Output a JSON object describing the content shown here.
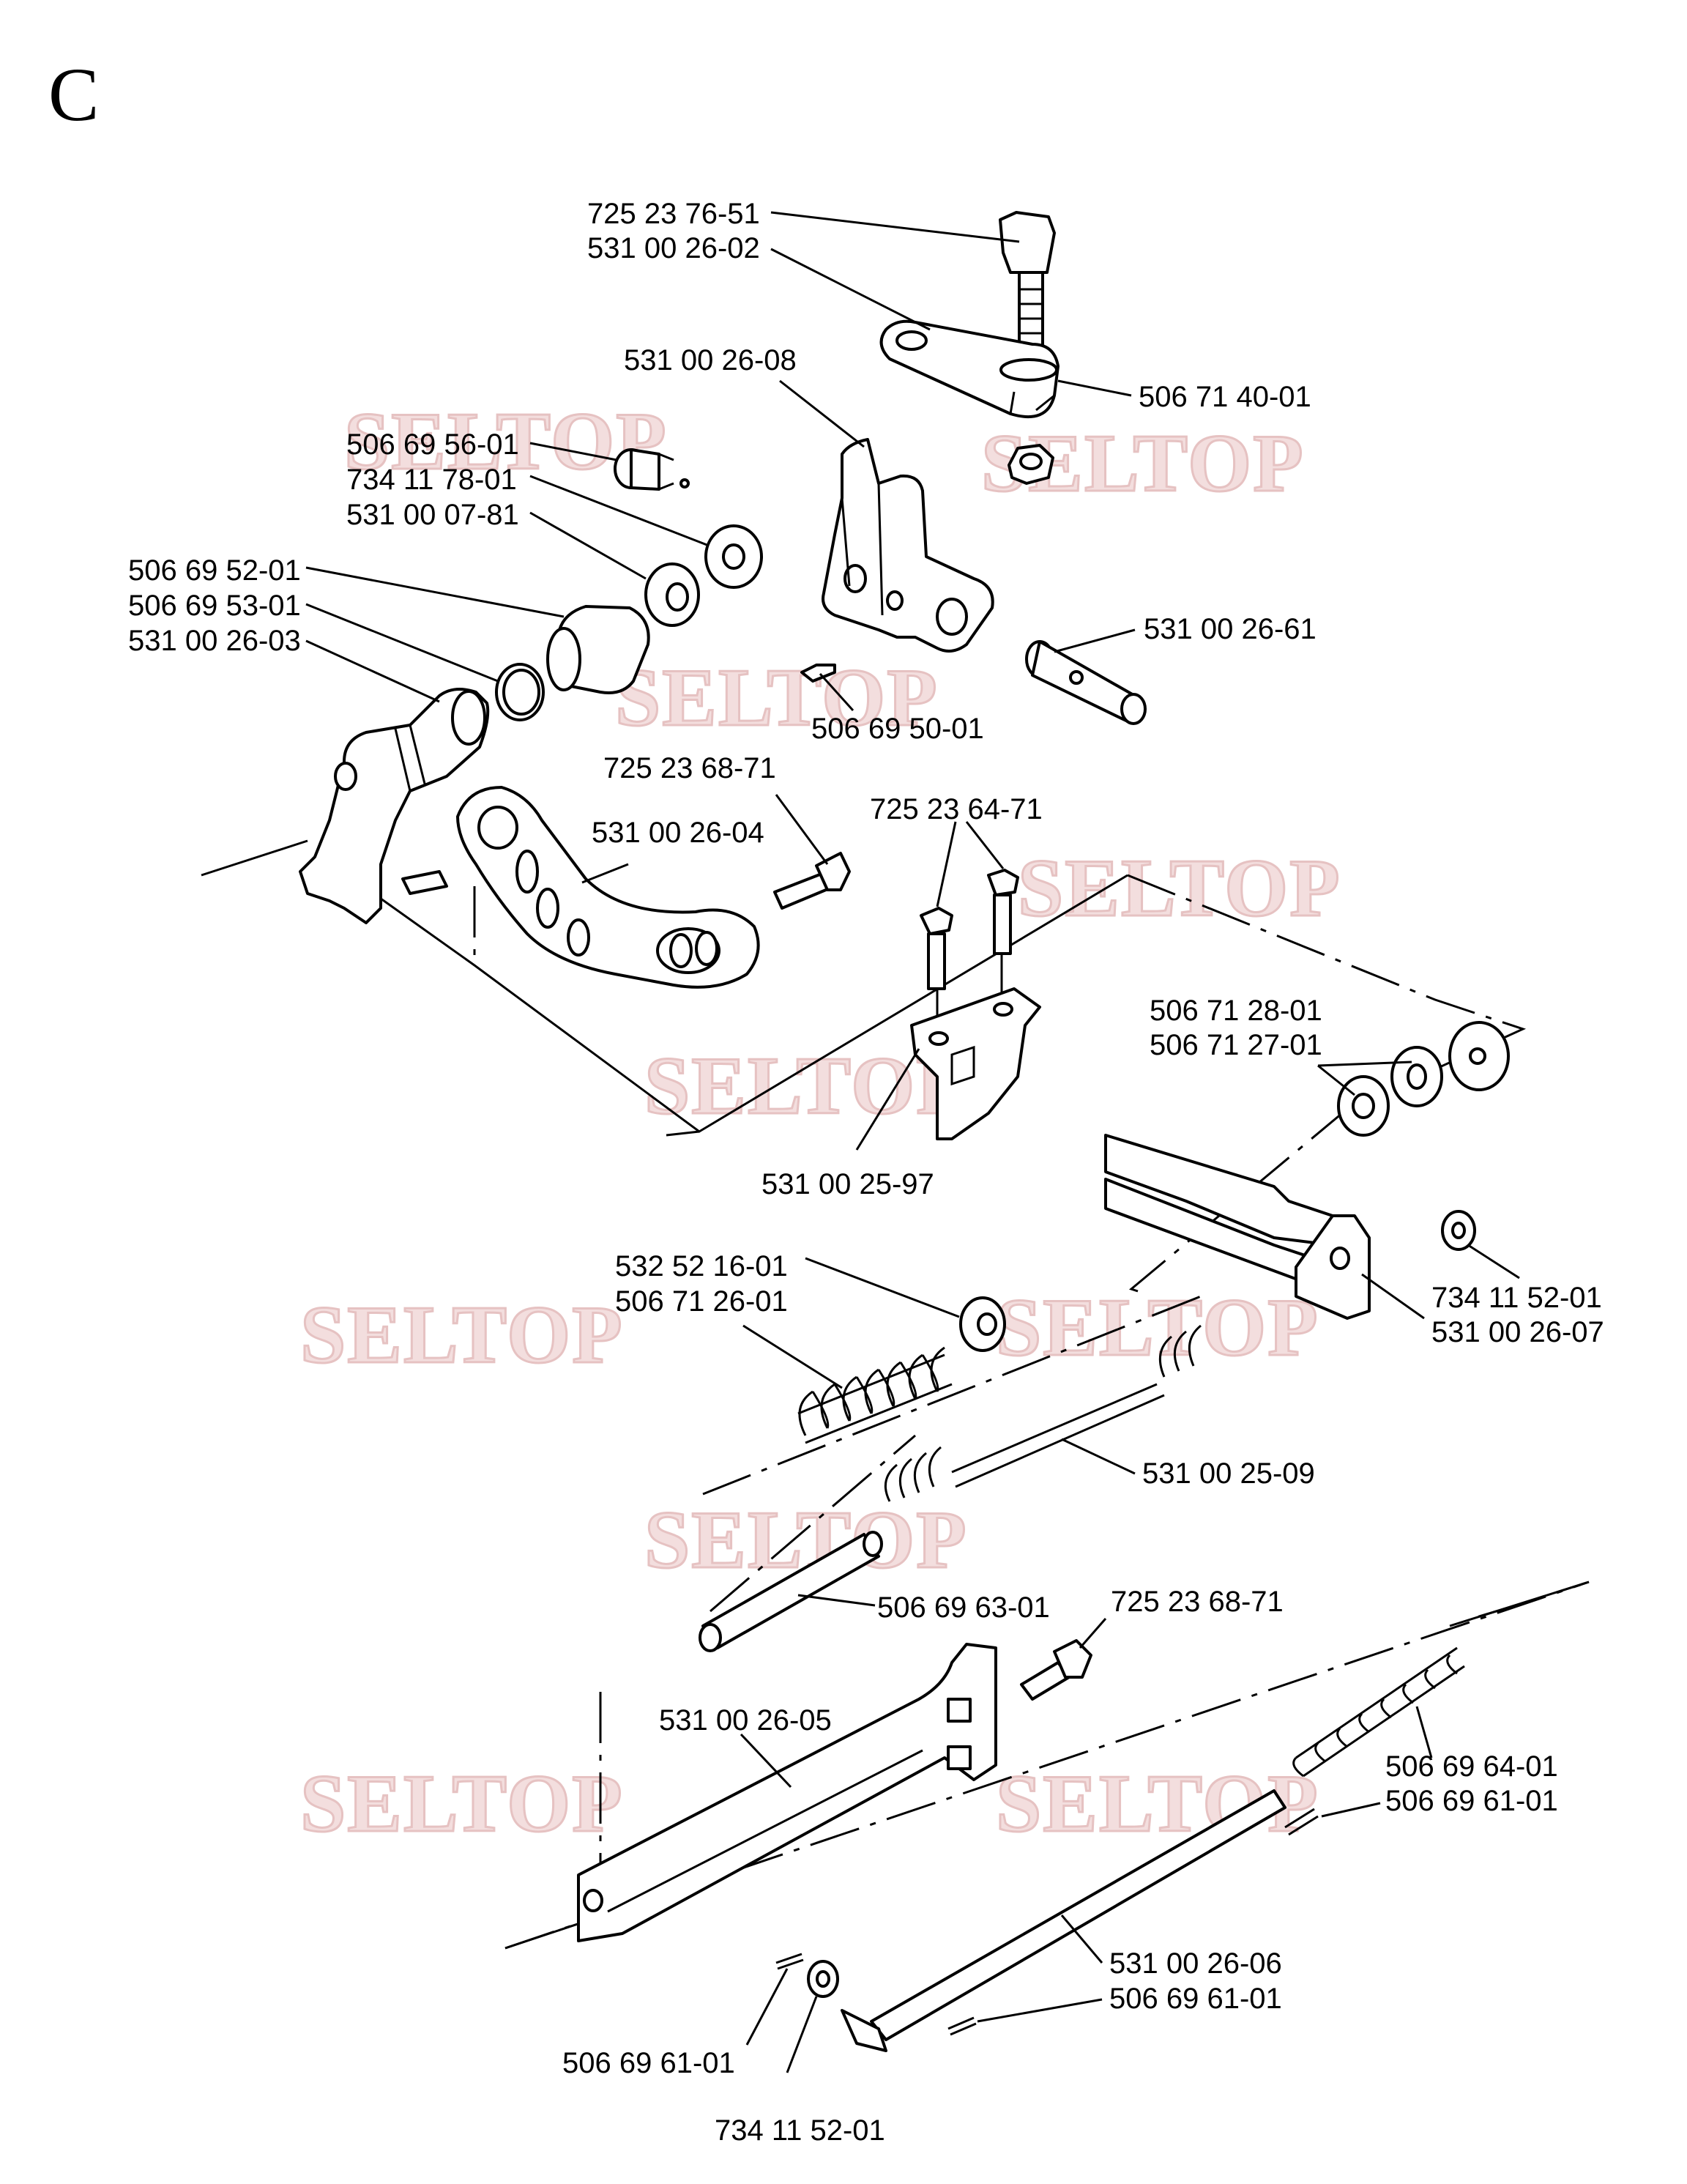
{
  "section_letter": "C",
  "watermark": "SELTOP",
  "labels": {
    "p725237651": "725 23 76-51",
    "p531002602": "531 00 26-02",
    "p506714001": "506 71 40-01",
    "p531002608": "531 00 26-08",
    "p506695601": "506 69 56-01",
    "p734117801": "734 11 78-01",
    "p531000781": "531 00 07-81",
    "p506695201": "506 69 52-01",
    "p506695301": "506 69 53-01",
    "p531002603": "531 00 26-03",
    "p531002661": "531 00 26-61",
    "p506695001": "506 69 50-01",
    "p725236871a": "725 23 68-71",
    "p531002604": "531 00 26-04",
    "p725236471": "725 23 64-71",
    "p506712801": "506 71 28-01",
    "p506712701": "506 71 27-01",
    "p531002597": "531 00 25-97",
    "p532521601": "532 52 16-01",
    "p506712601": "506 71 26-01",
    "p734115201a": "734 11 52-01",
    "p531002607": "531 00 26-07",
    "p531002509": "531 00 25-09",
    "p506696301": "506 69 63-01",
    "p725236871b": "725 23 68-71",
    "p531002605": "531 00 26-05",
    "p506696401": "506 69 64-01",
    "p506696101a": "506 69 61-01",
    "p531002606": "531 00 26-06",
    "p506696101b": "506 69 61-01",
    "p506696101c": "506 69 61-01",
    "p734115201b": "734 11 52-01"
  }
}
